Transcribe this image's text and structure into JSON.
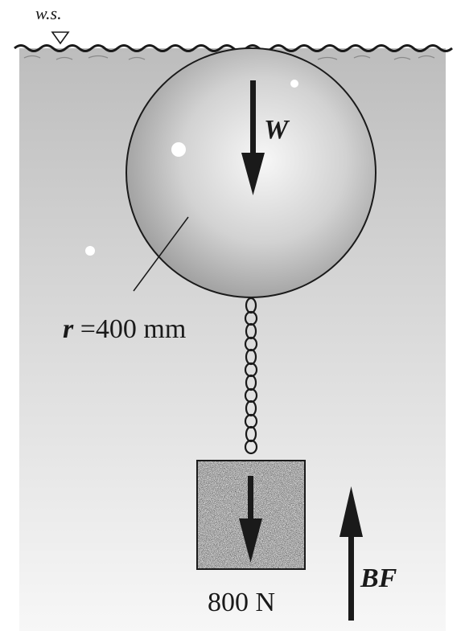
{
  "diagram": {
    "water_surface_label": "w.s.",
    "weight_label": "W",
    "radius_symbol": "r",
    "radius_value": " =400 mm",
    "block_weight_label": "800 N",
    "buoyant_force_label": "BF"
  },
  "colors": {
    "water_top": "#bdbdbd",
    "water_bottom": "#f5f5f5",
    "sphere_highlight": "#f7f7f7",
    "sphere_shadow": "#9a9a9a",
    "ink": "#1a1a1a"
  }
}
